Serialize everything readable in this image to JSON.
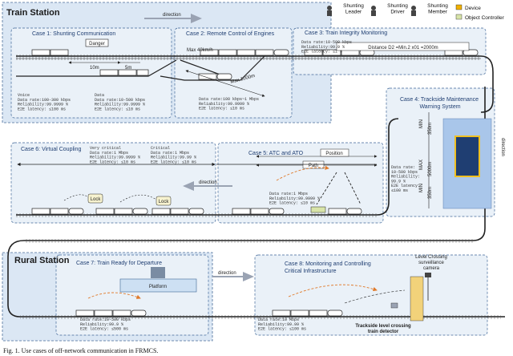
{
  "legend": {
    "shunting_leader": "Shunting\nLeader",
    "shunting_driver": "Shunting\nDriver",
    "shunting_member": "Shunting\nMember",
    "device": "Device",
    "object_controller": "Object Controller"
  },
  "regions": {
    "train_station": "Train Station",
    "rural_station": "Rural Station"
  },
  "direction_label": "direction",
  "cases": {
    "case1": {
      "title": "Case 1: Shunting Communication",
      "danger": "Danger",
      "dist1": "10m",
      "dist2": "5m",
      "voice_block": [
        "Voice",
        "Data rate:100-300 kbps",
        "Reliability:99.9999 %",
        "E2E latency: ≤100 ms"
      ],
      "data_block": [
        "Data",
        "Data rate:10-500 kbps",
        "Reliability:99.9999 %",
        "E2E latency: ≤10 ms"
      ]
    },
    "case2": {
      "title": "Case 2: Remote Control of Engines",
      "max_speed": "Max 40km/h",
      "max_dist": "Max 1000m",
      "block": [
        "Data rate:100 kbps~1 Mbps",
        "Reliability:99.9999 %",
        "E2E latency: ≤10 ms"
      ]
    },
    "case3": {
      "title": "Case 3: Train Integrity Monitoring",
      "block": [
        "Data rate:10-500 kbps",
        "Reliability:99.9 %",
        "E2E latency: ≤1 s"
      ],
      "distance": "Distance D2 =Min.2 x01 =2000m"
    },
    "case4": {
      "title": "Case 4: Trackside Maintenance\nWarning System",
      "min_label": "MIN",
      "min_val": "350m",
      "max_label": "MAX",
      "max_val": "5000m",
      "min2_label": "MIN",
      "min2_val": "350m",
      "block": [
        "Data rate:",
        "10-500 kbps",
        "Reliability:",
        "99.9 %",
        "E2E latency:",
        "≤100 ms"
      ]
    },
    "case5": {
      "title": "Case 5: ATC and ATO",
      "position": "Position",
      "path": "Path",
      "block": [
        "Data rate:1 Mbps",
        "Reliability:99.9999 %",
        "E2E latency: ≤10 ms"
      ]
    },
    "case6": {
      "title": "Case 6: Virtual Coupling",
      "block1": [
        "Very critical",
        "Data rate:1 Mbps",
        "Reliability:99.9999 %",
        "E2E latency: ≤10 ms"
      ],
      "block2": [
        "Critical",
        "Data rate:1 Mbps",
        "Reliability:99.99 %",
        "E2E latency: ≤10 ms"
      ],
      "lock1": "Lock",
      "lock2": "Lock"
    },
    "case7": {
      "title": "Case 7: Train Ready for Departure",
      "platform": "Platform",
      "block": [
        "Data rate:10-500 kbps",
        "Reliability:99.9 %",
        "E2E latency: ≤500 ms"
      ]
    },
    "case8": {
      "title": "Case 8: Monitoring and Controlling\nCritical Infrastructure",
      "block": [
        "Data rate:10 Mbps",
        "Reliability:99.99 %",
        "E2E latency: ≤100 ms"
      ],
      "level_crossing_camera": "Level Crossing\nsurveillance\ncamera",
      "detector": "Trackside level crossing\ntrain detector"
    }
  },
  "caption": "Fig. 1.  Use cases of off-network communication in FRMCS."
}
